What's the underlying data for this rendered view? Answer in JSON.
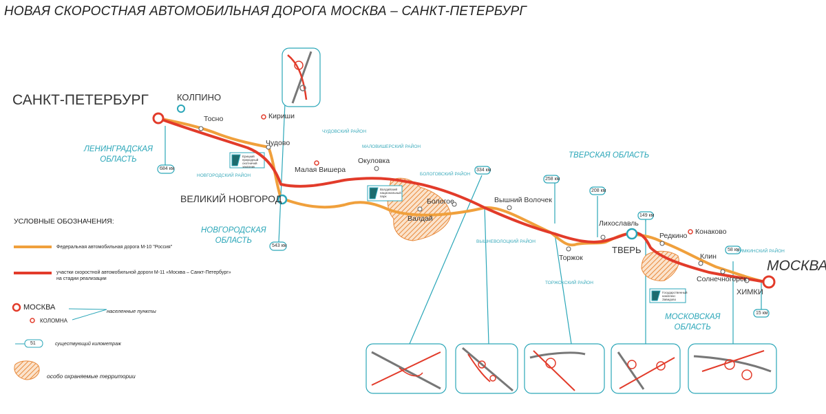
{
  "title": "НОВАЯ СКОРОСТНАЯ АВТОМОБИЛЬНАЯ ДОРОГА МОСКВА – САНКТ-ПЕТЕРБУРГ",
  "cities": {
    "spb": "САНКТ-ПЕТЕРБУРГ",
    "moskva": "МОСКВА",
    "kolpino": "КОЛПИНО",
    "novgorod": "ВЕЛИКИЙ НОВГОРОД",
    "tver": "ТВЕРЬ",
    "khimki": "ХИМКИ"
  },
  "towns": {
    "tosno": "Тосно",
    "kirishi": "Кириши",
    "chudovo": "Чудово",
    "malaya_vishera": "Малая Вишера",
    "okulovka": "Окуловка",
    "bologoe": "Бологое",
    "valdai": "Валдай",
    "vyshny": "Вышний Волочек",
    "torzhok": "Торжок",
    "likhoslavl": "Лихославль",
    "redkino": "Редкино",
    "konakovo": "Конаково",
    "klin": "Клин",
    "solnechnogorsk": "Солнечногорск"
  },
  "regions": {
    "leningrad": [
      "ЛЕНИНГРАДСКАЯ",
      "ОБЛАСТЬ"
    ],
    "novgorod": [
      "НОВГОРОДСКАЯ",
      "ОБЛАСТЬ"
    ],
    "tver": "ТВЕРСКАЯ ОБЛАСТЬ",
    "moscow": [
      "МОСКОВСКАЯ",
      "ОБЛАСТЬ"
    ]
  },
  "districts": {
    "chudovsky": "ЧУДОВСКИЙ РАЙОН",
    "malovishersky": "МАЛОВИШЕРСКИЙ РАЙОН",
    "novgorodsky": "НОВГОРОДСКИЙ РАЙОН",
    "bologovsky": "БОЛОГОВСКИЙ РАЙОН",
    "vyshnevolotsky": "ВЫШНЕВОЛОЦКИЙ РАЙОН",
    "torzhoksky": "ТОРЖОКСКИЙ РАЙОН",
    "khimkinsky": "ХИМКИНСКИЙ РАЙОН"
  },
  "km_markers": {
    "km684": "684 км",
    "km543": "543 км",
    "km334": "334 км",
    "km258": "258 км",
    "km208": "208 км",
    "km149": "149 км",
    "km58": "58 км",
    "km15": "15 км"
  },
  "parks": {
    "valdai": "Валдайский национальный парк",
    "nature": "Ерицкий природный охотничий заказник",
    "zavidovo": "Государственный комплекс Завидово"
  },
  "legend": {
    "title": "УСЛОВНЫЕ ОБОЗНАЧЕНИЯ:",
    "m10": "Федеральная автомобильная дорога М-10 \"Россия\"",
    "m11_line1": "участки скоростной автомобильной дороги М-11 «Москва – Санкт-Петербург»",
    "m11_line2": "на стадии реализации",
    "moskva": "МОСКВА",
    "kolomna": "КОЛОМНА",
    "settlements": "населенные пункты",
    "km_num": "51",
    "km_text": "существующий километраж",
    "protected": "особо охраняемые территории"
  },
  "colors": {
    "m10": "#f0a03c",
    "m11": "#e23b2a",
    "teal": "#2aa6b8",
    "protected": "#e8893a"
  }
}
